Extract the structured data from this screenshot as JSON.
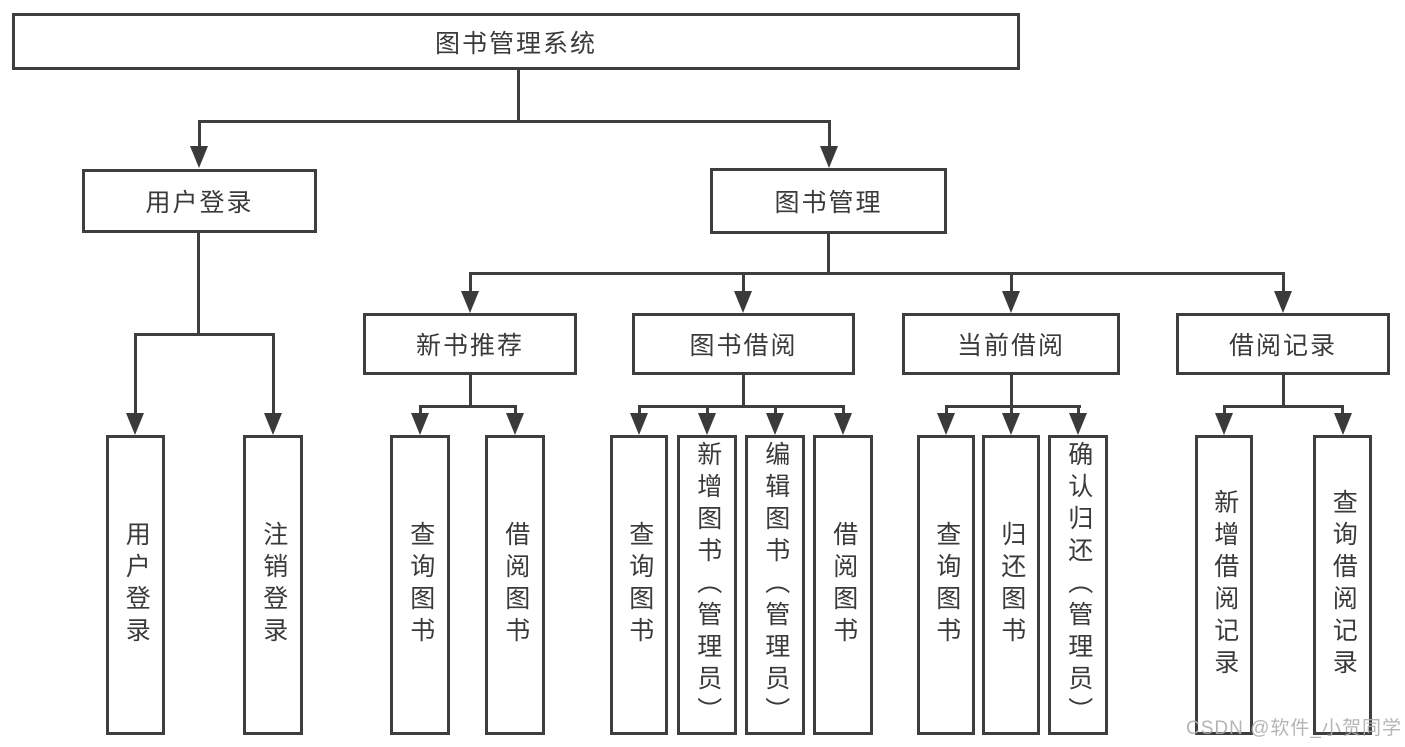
{
  "diagram": {
    "type": "tree",
    "colors": {
      "line": "#3e3e3e",
      "text": "#3a3a3c",
      "background": "#ffffff",
      "watermark": "#aeaeae"
    },
    "nodes": {
      "root": {
        "label": "图书管理系统"
      },
      "user_login": {
        "label": "用户登录"
      },
      "book_management": {
        "label": "图书管理"
      },
      "new_book_recommend": {
        "label": "新书推荐"
      },
      "book_borrowing": {
        "label": "图书借阅"
      },
      "current_borrowing": {
        "label": "当前借阅"
      },
      "borrowing_records": {
        "label": "借阅记录"
      },
      "leaf_user_login": {
        "label": "用户登录"
      },
      "leaf_logout": {
        "label": "注销登录"
      },
      "leaf_query_books_a": {
        "label": "查询图书"
      },
      "leaf_borrow_books_a": {
        "label": "借阅图书"
      },
      "leaf_query_books_b": {
        "label": "查询图书"
      },
      "leaf_add_books_admin": {
        "label": "新增图书（管理员）"
      },
      "leaf_edit_books_admin": {
        "label": "编辑图书（管理员）"
      },
      "leaf_borrow_books_b": {
        "label": "借阅图书"
      },
      "leaf_query_books_c": {
        "label": "查询图书"
      },
      "leaf_return_books": {
        "label": "归还图书"
      },
      "leaf_confirm_return_admin": {
        "label": "确认归还（管理员）"
      },
      "leaf_add_borrow_record": {
        "label": "新增借阅记录"
      },
      "leaf_query_borrow_record": {
        "label": "查询借阅记录"
      }
    },
    "hierarchy": {
      "root": [
        "user_login",
        "book_management"
      ],
      "user_login": [
        "leaf_user_login",
        "leaf_logout"
      ],
      "book_management": [
        "new_book_recommend",
        "book_borrowing",
        "current_borrowing",
        "borrowing_records"
      ],
      "new_book_recommend": [
        "leaf_query_books_a",
        "leaf_borrow_books_a"
      ],
      "book_borrowing": [
        "leaf_query_books_b",
        "leaf_add_books_admin",
        "leaf_edit_books_admin",
        "leaf_borrow_books_b"
      ],
      "current_borrowing": [
        "leaf_query_books_c",
        "leaf_return_books",
        "leaf_confirm_return_admin"
      ],
      "borrowing_records": [
        "leaf_add_borrow_record",
        "leaf_query_borrow_record"
      ]
    },
    "watermark": "CSDN @软件_小贺同学"
  }
}
